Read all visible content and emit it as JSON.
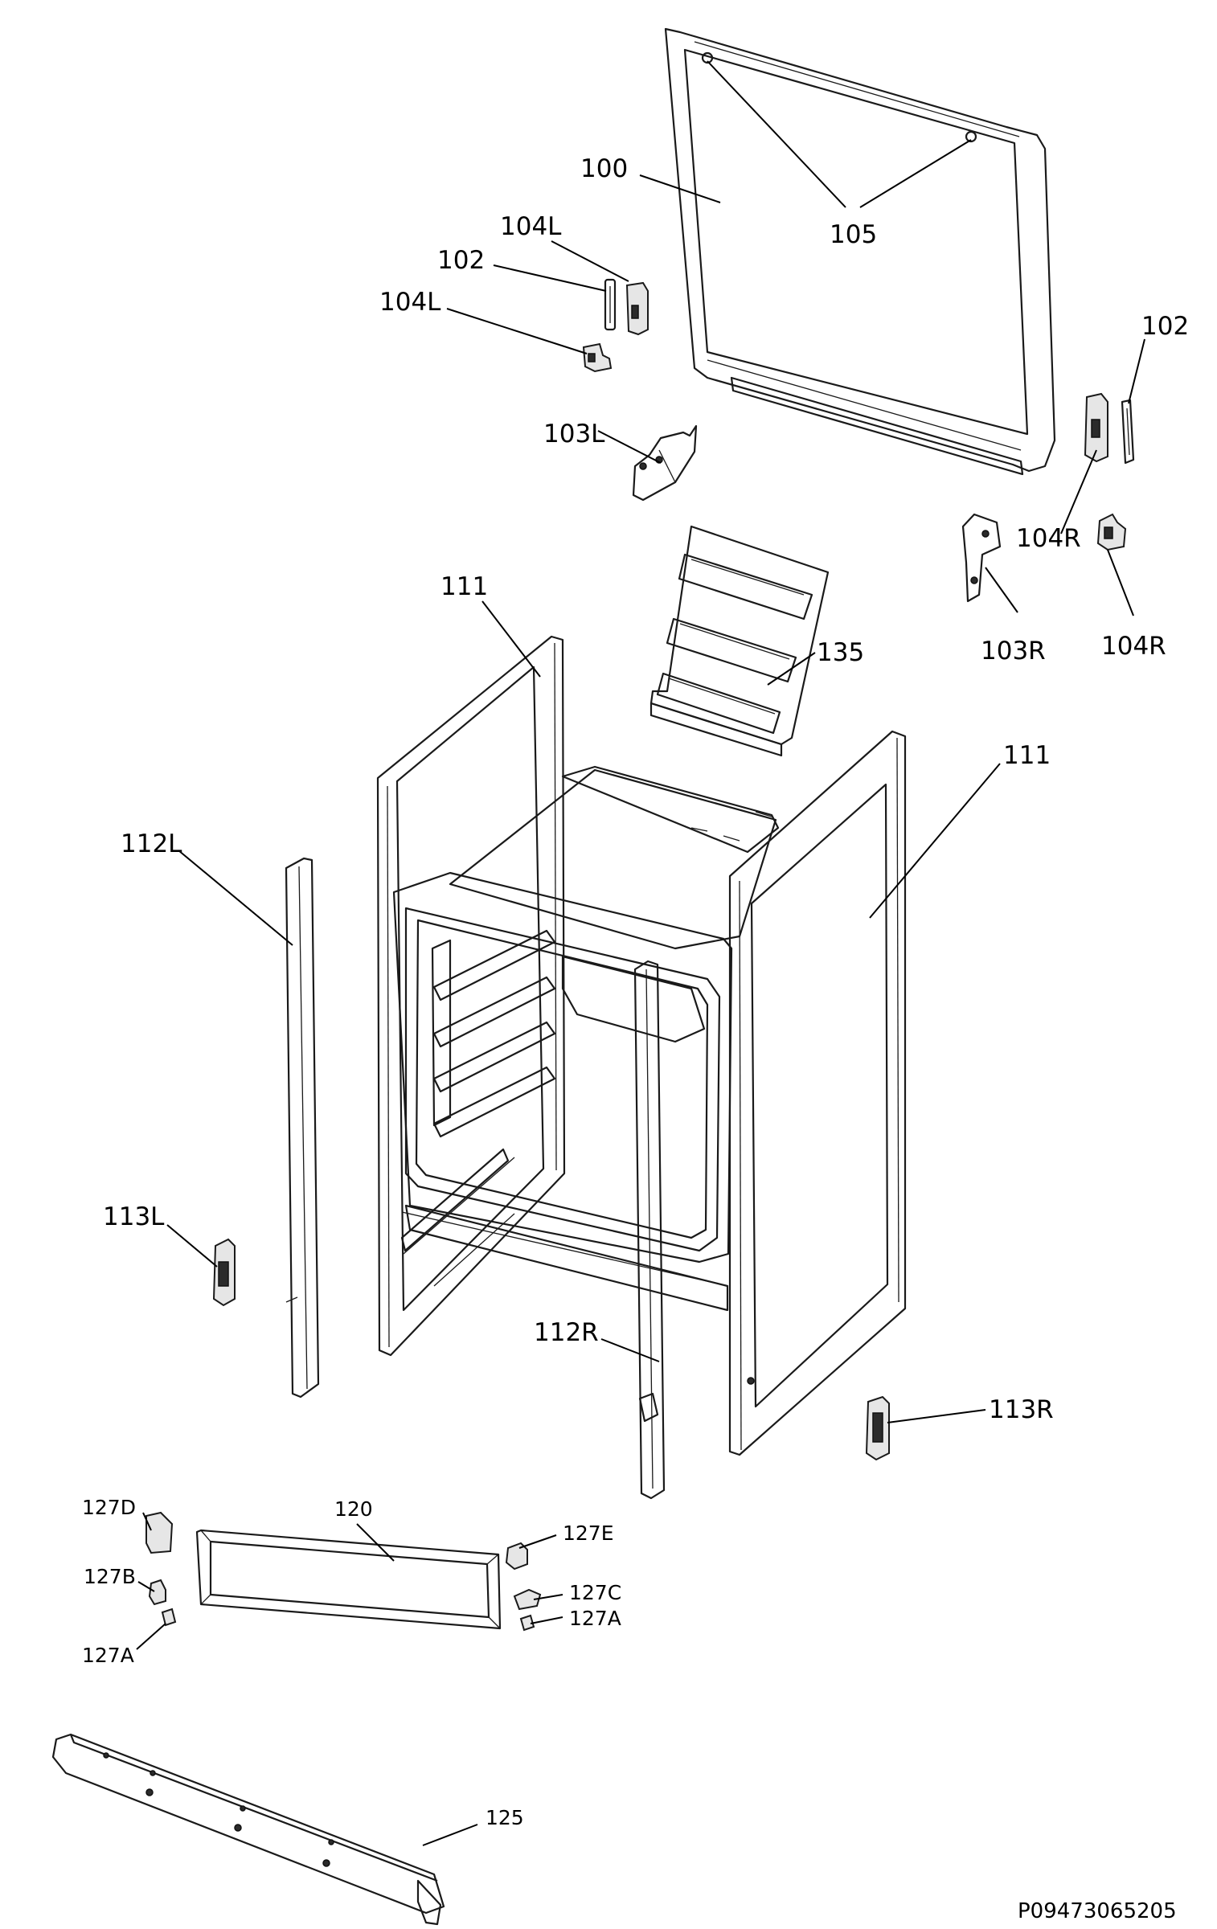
{
  "labels": {
    "p100": "100",
    "p105": "105",
    "p104L_top": "104L",
    "p102_left": "102",
    "p104L_bottom": "104L",
    "p102_right": "102",
    "p103L": "103L",
    "p104R_left": "104R",
    "p104R_right": "104R",
    "p103R": "103R",
    "p111_left": "111",
    "p135": "135",
    "p111_right": "111",
    "p112L": "112L",
    "p113L": "113L",
    "p112R": "112R",
    "p113R": "113R",
    "p127D": "127D",
    "p120": "120",
    "p127E": "127E",
    "p127B": "127B",
    "p127C": "127C",
    "p127A_right": "127A",
    "p127A_left": "127A",
    "p125": "125"
  },
  "drawing_code": "P09473065205"
}
